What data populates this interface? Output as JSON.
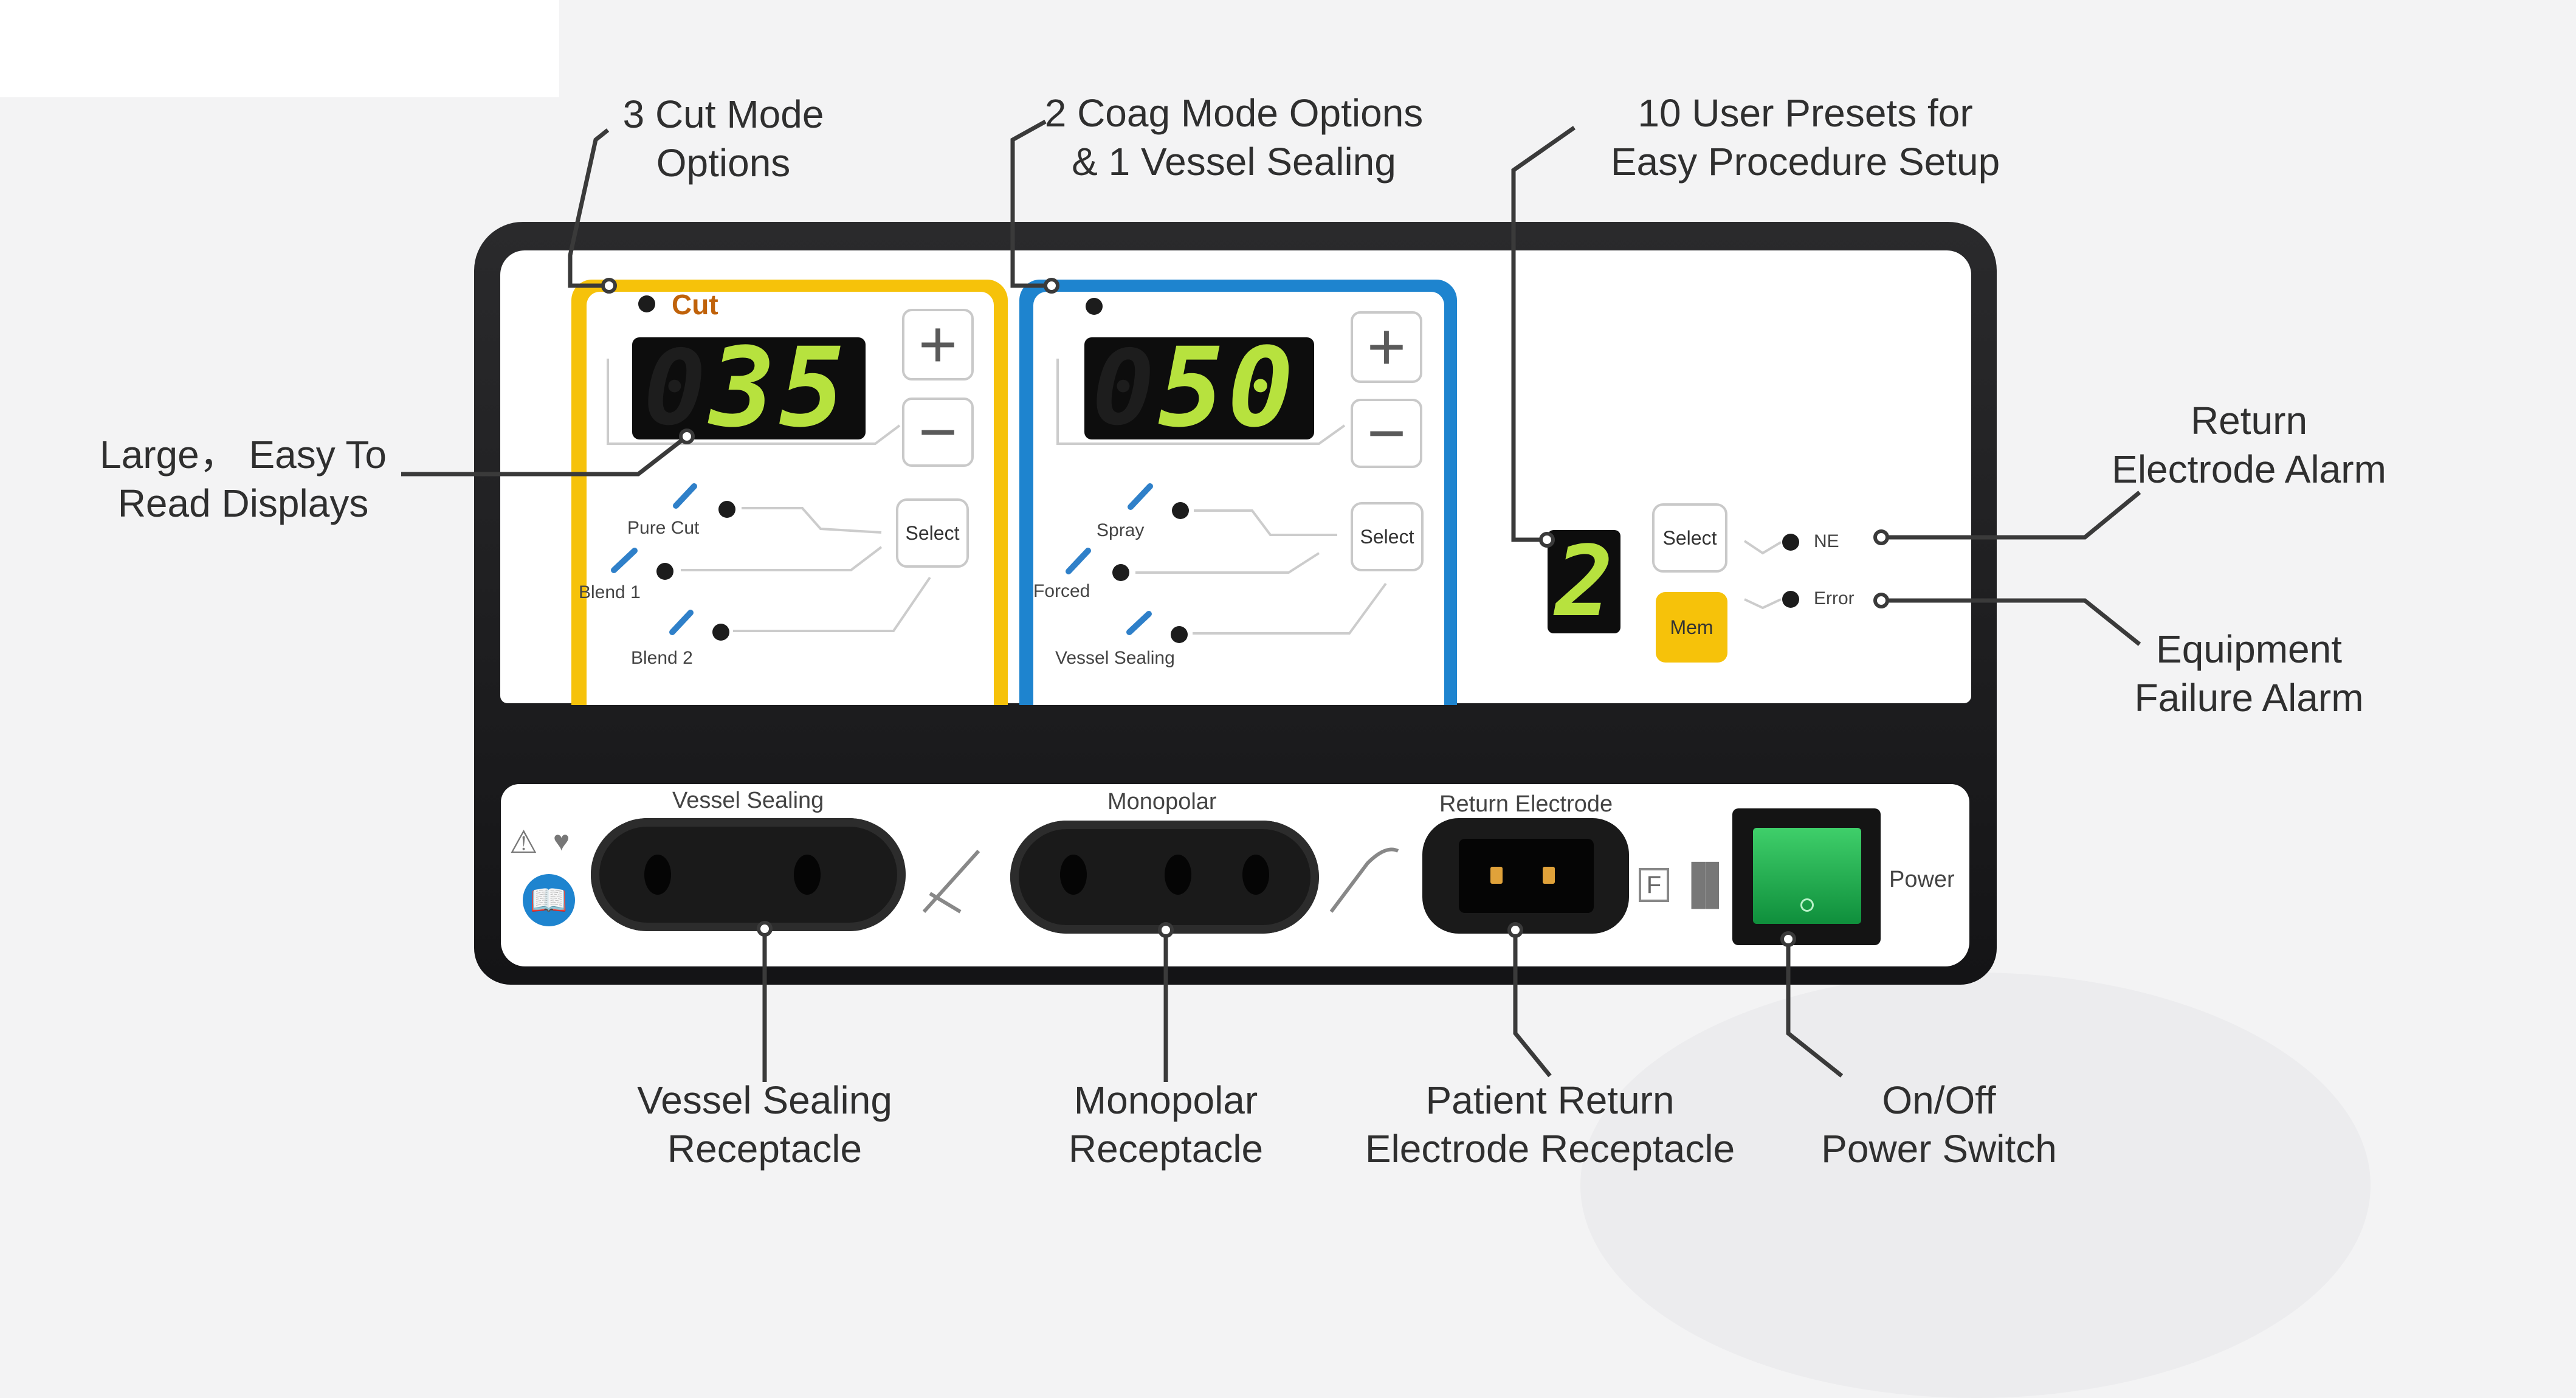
{
  "callouts": {
    "cut_modes": [
      "3 Cut Mode",
      "Options"
    ],
    "coag_modes": [
      "2 Coag Mode Options",
      "& 1 Vessel Sealing"
    ],
    "presets": [
      "10 User Presets for",
      "Easy Procedure Setup"
    ],
    "displays": [
      "Large， Easy To",
      "Read Displays"
    ],
    "return_alarm": [
      "Return",
      "Electrode Alarm"
    ],
    "failure_alarm": [
      "Equipment",
      "Failure Alarm"
    ],
    "vessel_receptacle": [
      "Vessel Sealing",
      "Receptacle"
    ],
    "mono_receptacle": [
      "Monopolar",
      "Receptacle"
    ],
    "return_receptacle": [
      "Patient Return",
      "Electrode Receptacle"
    ],
    "power_switch": [
      "On/Off",
      "Power Switch"
    ]
  },
  "cut": {
    "title": "Cut",
    "value": "35",
    "plus": "+",
    "minus": "−",
    "select": "Select",
    "modes": [
      "Pure Cut",
      "Blend 1",
      "Blend 2"
    ]
  },
  "coag": {
    "title": "Coag",
    "value": "50",
    "plus": "+",
    "minus": "−",
    "select": "Select",
    "modes": [
      "Spray",
      "Forced",
      "Vessel Sealing"
    ]
  },
  "preset": {
    "value": "2",
    "select": "Select",
    "mem": "Mem"
  },
  "alarms": {
    "ne": "NE",
    "error": "Error"
  },
  "front": {
    "vessel_sealing": "Vessel Sealing",
    "monopolar": "Monopolar",
    "return_electrode": "Return Electrode",
    "power": "Power",
    "power_symbol": "O",
    "f_badge": "F"
  },
  "colors": {
    "cut_accent": "#f6c20a",
    "coag_accent": "#1e84cf",
    "display_digits": "#b7e23e",
    "power_green": "#1fb04e"
  }
}
